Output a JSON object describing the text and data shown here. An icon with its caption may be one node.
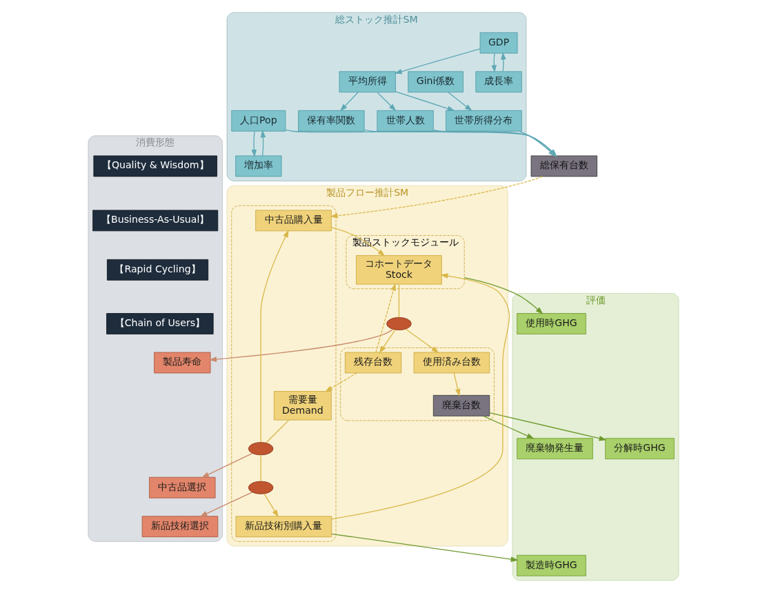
{
  "diagram": {
    "nodes": [
      {
        "text": [
          "総ストック推計SM"
        ]
      },
      {
        "text": [
          "人口Pop"
        ],
        "in": 0
      },
      {
        "text": [
          "増加率"
        ],
        "in": 0
      },
      {
        "text": [
          "GDP"
        ],
        "in": 0
      },
      {
        "text": [
          "成長率"
        ],
        "in": 0
      },
      {
        "text": [
          "平均所得"
        ],
        "in": 0
      },
      {
        "text": [
          "Gini係数"
        ],
        "in": 0
      },
      {
        "text": [
          "保有率関数"
        ],
        "in": 0
      },
      {
        "text": [
          "世帯人数"
        ],
        "in": 0
      },
      {
        "text": [
          "世帯所得分布"
        ],
        "in": 0
      },
      {
        "text": [
          "総保有台数"
        ]
      },
      {
        "text": [
          "製品フロー推計SM"
        ]
      },
      {
        "text": [
          "製品ストックモジュール"
        ],
        "in": 11
      },
      {
        "text": [
          "コホートデータ",
          "Stock"
        ],
        "in": 12
      },
      {
        "text": [],
        "shape": "ellipse",
        "in": 11
      },
      {
        "text": [],
        "shape": "box",
        "in": 11
      },
      {
        "text": [
          "使用済み台数"
        ],
        "in": 15
      },
      {
        "text": [
          "残存台数"
        ],
        "in": 15
      },
      {
        "text": [
          "廃棄台数"
        ],
        "in": 15
      },
      {
        "text": [],
        "shape": "box",
        "in": 11
      },
      {
        "text": [
          "需要量",
          "Demand"
        ],
        "in": 19
      },
      {
        "text": [],
        "shape": "ellipse",
        "in": 19
      },
      {
        "text": [
          "中古品購入量"
        ],
        "in": 19
      },
      {
        "text": [],
        "shape": "ellipse",
        "in": 19
      },
      {
        "text": [
          "新品技術別購入量"
        ],
        "in": 19
      },
      {
        "text": [
          "消費形態"
        ]
      },
      {
        "text": [
          "【Quality & Wisdom】"
        ],
        "in": 25
      },
      {
        "text": [
          "【Business-As-Usual】"
        ],
        "in": 25
      },
      {
        "text": [
          "【Rapid Cycling】"
        ],
        "in": 25
      },
      {
        "text": [
          "【Chain of Users】"
        ],
        "in": 25
      },
      {
        "text": [
          "製品寿命"
        ],
        "in": 25
      },
      {
        "text": [
          "中古品選択"
        ],
        "in": 25
      },
      {
        "text": [
          "新品技術選択"
        ],
        "in": 25
      },
      {
        "text": [
          "評価"
        ]
      },
      {
        "text": [
          "使用時GHG"
        ],
        "in": 33
      },
      {
        "text": [
          "製造時GHG"
        ],
        "in": 33
      },
      {
        "text": [
          "分解時GHG"
        ],
        "in": 33
      },
      {
        "text": [
          "廃棄物発生量"
        ],
        "in": 33
      }
    ],
    "edges": [
      {
        "from": 2,
        "to": 1,
        "arrow": "to"
      },
      {
        "from": 1,
        "to": 2,
        "arrow": "to"
      },
      {
        "from": 4,
        "to": 3,
        "arrow": "to"
      },
      {
        "from": 3,
        "to": 4,
        "arrow": "to"
      },
      {
        "from": 3,
        "to": 5,
        "arrow": "to"
      },
      {
        "from": 5,
        "to": 7,
        "arrow": "to"
      },
      {
        "from": 5,
        "to": 8,
        "arrow": "to"
      },
      {
        "from": 5,
        "to": 9,
        "arrow": "to"
      },
      {
        "from": 6,
        "to": 9,
        "arrow": "to"
      },
      {
        "from": 1,
        "to": 10,
        "arrow": "to"
      },
      {
        "from": 9,
        "to": 10,
        "arrow": "to"
      },
      {
        "from": 7,
        "to": 10,
        "arrow": "to"
      },
      {
        "from": 8,
        "to": 10,
        "arrow": "to"
      },
      {
        "from": 10,
        "to": 22,
        "arrow": "to",
        "style": "dashed",
        "color": "#d9b84a"
      },
      {
        "from": 13,
        "to": 14,
        "arrow": "none",
        "color": "#d9b84a"
      },
      {
        "from": 14,
        "to": 16,
        "arrow": "to",
        "color": "#d9b84a"
      },
      {
        "from": 14,
        "to": 17,
        "arrow": "to",
        "color": "#d9b84a"
      },
      {
        "from": 14,
        "to": 30,
        "arrow": "to",
        "color": "#c98a6a"
      },
      {
        "from": 16,
        "to": 18,
        "arrow": "to",
        "color": "#d9b84a"
      },
      {
        "from": 17,
        "to": 13,
        "arrow": "to",
        "style": "dashed",
        "color": "#d9b84a"
      },
      {
        "from": 17,
        "to": 20,
        "arrow": "to",
        "style": "dashed",
        "color": "#d9b84a"
      },
      {
        "from": 20,
        "to": 21,
        "arrow": "none",
        "color": "#d9b84a"
      },
      {
        "from": 21,
        "to": 22,
        "arrow": "to",
        "color": "#d9b84a"
      },
      {
        "from": 21,
        "to": 23,
        "arrow": "none",
        "color": "#d9b84a"
      },
      {
        "from": 23,
        "to": 24,
        "arrow": "to",
        "color": "#d9b84a"
      },
      {
        "from": 21,
        "to": 31,
        "arrow": "to",
        "color": "#c98a6a"
      },
      {
        "from": 23,
        "to": 32,
        "arrow": "to",
        "color": "#c98a6a"
      },
      {
        "from": 22,
        "to": 13,
        "arrow": "to",
        "color": "#d9b84a"
      },
      {
        "from": 24,
        "to": 13,
        "arrow": "to",
        "color": "#d9b84a"
      },
      {
        "from": 12,
        "to": 34,
        "arrow": "to",
        "color": "#6f9a2e"
      },
      {
        "from": 24,
        "to": 35,
        "arrow": "to",
        "color": "#6f9a2e"
      },
      {
        "from": 18,
        "to": 36,
        "arrow": "to",
        "color": "#6f9a2e"
      },
      {
        "from": 18,
        "to": 37,
        "arrow": "to",
        "color": "#6f9a2e"
      }
    ]
  }
}
